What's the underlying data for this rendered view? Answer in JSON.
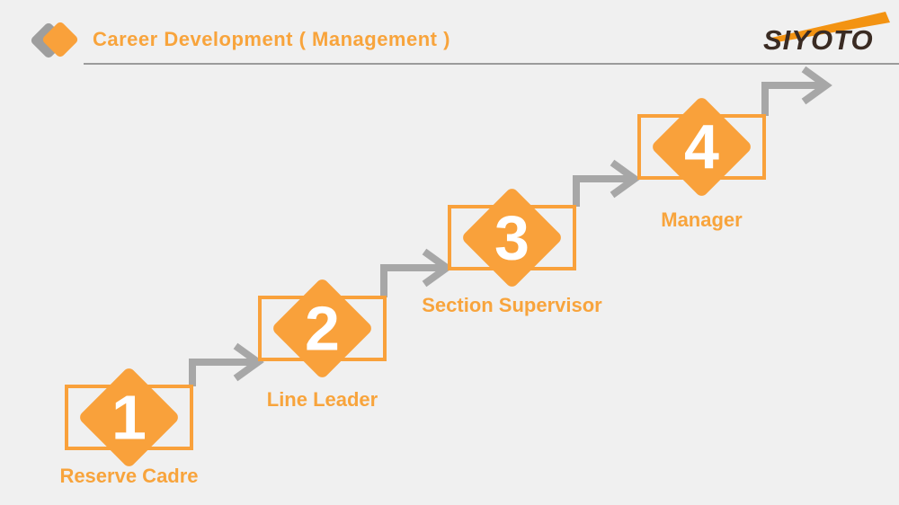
{
  "slide": {
    "title": "Career Development ( Management )",
    "logo": {
      "text": "SIYOTO"
    }
  },
  "colors": {
    "background": "#F0F0F0",
    "accent_orange": "#F9A13B",
    "label_orange": "#F8A43C",
    "arrow_gray": "#A7A7A7",
    "logo_dark": "#3A2B23",
    "swoosh_orange": "#F39312",
    "number_white": "#FFFFFF"
  },
  "steps": [
    {
      "number": "1",
      "label": "Reserve Cadre"
    },
    {
      "number": "2",
      "label": "Line Leader"
    },
    {
      "number": "3",
      "label": "Section Supervisor"
    },
    {
      "number": "4",
      "label": "Manager"
    }
  ]
}
